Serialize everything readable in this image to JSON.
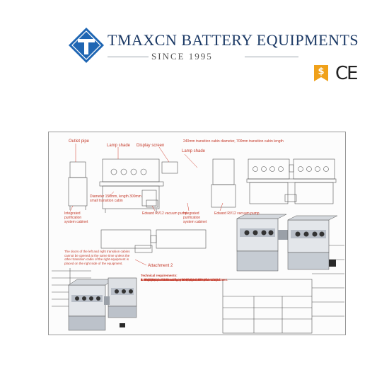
{
  "header": {
    "brand": "TMAXCN BATTERY EQUIPMENTS",
    "since": "SINCE 1995",
    "logo_icon": "tmaxcn-logo-icon",
    "cert_icons": [
      "dollar-cert-icon",
      "ce-mark-icon"
    ],
    "ce_text": "CE",
    "colors": {
      "brand_blue": "#1c3a66",
      "logo_blue": "#1f66b3",
      "cert_orange": "#f0a11a"
    }
  },
  "drawing": {
    "labels": {
      "outlet_pipe": "Outlet pipe",
      "lamp_shade_1": "Lamp shade",
      "display_screen": "Display screen",
      "transition_cabin": "240mm transition cabin diameter, 700mm transition cabin length",
      "lamp_shade_2": "Lamp shade",
      "diameter_cabin": "Diameter 150mm, length 300mm\nsmall transition cabin",
      "integrated_purification_left": "Integrated\npurification\nsystem cabinet",
      "edwards_pump_1": "Edward RV12 vacuum pump",
      "integrated_purification_right": "Integrated\npurification\nsystem cabinet",
      "edwards_pump_2": "Edward RV12 vacuum pump",
      "doors_note": "The doors of the left and right transition cabins\ncannot be opened at the same time unless the\nother transition cabin of the right equipment is\nplaced on the right side of the equipment.",
      "attachment": "Attachment 2",
      "tech_title": "Technical requirements:",
      "tech_lines": [
        "1. This equipment is composed of two boxes; the size of",
        "a single box is 1220mm long*750mm wide*900mm high.",
        "2. Using 3mm thick stainless steel plate, the inner surface",
        "is brushed, the outer surface is sprayed with plastic treatment.",
        "3. The box is connected by 240*700 transition chamber.",
        "4. Install two cabin bodies in front of the T cabin. Note",
        "that the two cabin doors cannot be opened at the same time."
      ]
    }
  }
}
